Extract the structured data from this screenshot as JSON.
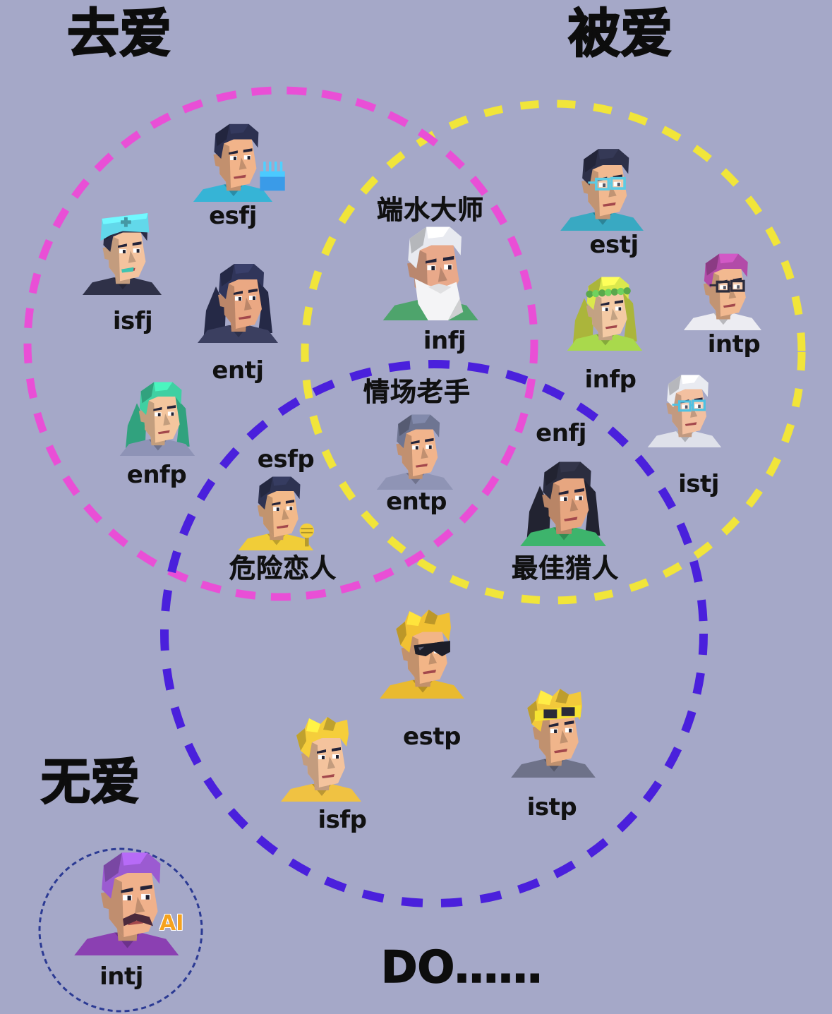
{
  "titles": {
    "go_love": "去爱",
    "be_loved": "被爱",
    "no_love": "无爱",
    "footer": "DO……"
  },
  "zone_labels": {
    "top_center": "端水大师",
    "center": "情场老手",
    "lower_left": "危险恋人",
    "lower_right": "最佳猎人"
  },
  "colors": {
    "background": "#a5a8c8",
    "pink_circle": "#e94fd6",
    "yellow_circle": "#f1e53a",
    "purple_circle": "#4a20dc",
    "intj_circle": "#2b3a93",
    "text": "#111111"
  },
  "characters": [
    {
      "label": "esfj",
      "avatar": {
        "hair": "#2c3050",
        "skin": "#f2b48a",
        "shirt": "#36b4d6",
        "accent": "#3a9be8",
        "icons": [
          "short-hair",
          "cake"
        ]
      }
    },
    {
      "label": "isfj",
      "avatar": {
        "hair": "#2a2c44",
        "skin": "#f4c39e",
        "shirt": "#2f3148",
        "accent": "#62d8ea",
        "icons": [
          "short-hair",
          "nurse-cap"
        ]
      }
    },
    {
      "label": "entj",
      "avatar": {
        "hair": "#30355a",
        "skin": "#eaa883",
        "shirt": "#3b3f60",
        "accent": "#30355a",
        "icons": [
          "long-hair"
        ]
      }
    },
    {
      "label": "enfp",
      "avatar": {
        "hair": "#3fd0a2",
        "skin": "#f4c69e",
        "shirt": "#8e93b6",
        "accent": "#3fd0a2",
        "icons": [
          "long-hair"
        ]
      }
    },
    {
      "label": "infj",
      "avatar": {
        "hair": "#e8eaf0",
        "skin": "#e9a98a",
        "shirt": "#4ea46c",
        "accent": "#f4f4f6",
        "icons": [
          "short-hair",
          "beard"
        ]
      }
    },
    {
      "label": "entp",
      "avatar": {
        "hair": "#6e7592",
        "skin": "#f1b48c",
        "shirt": "#8f94b5",
        "accent": "#6e7592",
        "icons": [
          "short-hair"
        ]
      }
    },
    {
      "label": "esfp",
      "avatar": {
        "hair": "#2e3352",
        "skin": "#f2b98a",
        "shirt": "#f1cd38",
        "accent": "#f4cf3a",
        "icons": [
          "short-hair",
          "mic"
        ]
      }
    },
    {
      "label": "estj",
      "avatar": {
        "hair": "#2d3049",
        "skin": "#f1b990",
        "shirt": "#39a9c2",
        "accent": "#5ccbe4",
        "icons": [
          "short-hair",
          "glasses"
        ]
      }
    },
    {
      "label": "infp",
      "avatar": {
        "hair": "#dbe84c",
        "skin": "#f4caa4",
        "shirt": "#a9d94c",
        "accent": "#6fd25e",
        "icons": [
          "long-hair",
          "wreath"
        ]
      }
    },
    {
      "label": "intp",
      "avatar": {
        "hair": "#b24ba8",
        "skin": "#f2b990",
        "shirt": "#ececf2",
        "accent": "#2c2c3c",
        "icons": [
          "short-hair",
          "glasses"
        ]
      }
    },
    {
      "label": "enfj",
      "avatar": {
        "hair": "#2b2d3f",
        "skin": "#e7a680",
        "shirt": "#3db46c",
        "accent": "#2b2d3f",
        "icons": [
          "long-hair"
        ]
      }
    },
    {
      "label": "istj",
      "avatar": {
        "hair": "#e9ebf1",
        "skin": "#f3c0a0",
        "shirt": "#dfe1ea",
        "accent": "#4ec1e2",
        "icons": [
          "short-hair",
          "glasses"
        ]
      }
    },
    {
      "label": "estp",
      "avatar": {
        "hair": "#f1c133",
        "skin": "#f2b587",
        "shirt": "#e9ba2f",
        "accent": "#1d1e29",
        "icons": [
          "spiky-hair",
          "sunglasses"
        ]
      }
    },
    {
      "label": "isfp",
      "avatar": {
        "hair": "#f5ce3b",
        "skin": "#f4c39d",
        "shirt": "#f0c242",
        "accent": "#f5ce3b",
        "icons": [
          "spiky-hair"
        ]
      }
    },
    {
      "label": "istp",
      "avatar": {
        "hair": "#f2c93b",
        "skin": "#f0b58b",
        "shirt": "#6e7289",
        "accent": "#f6e332",
        "icons": [
          "spiky-hair",
          "goggles"
        ]
      }
    },
    {
      "label": "intj",
      "avatar": {
        "hair": "#9b5bd1",
        "skin": "#f0b18b",
        "shirt": "#8b40b2",
        "accent": "#4b2a3c",
        "icons": [
          "short-hair",
          "mustache"
        ]
      }
    }
  ],
  "intj_badge": "AI"
}
